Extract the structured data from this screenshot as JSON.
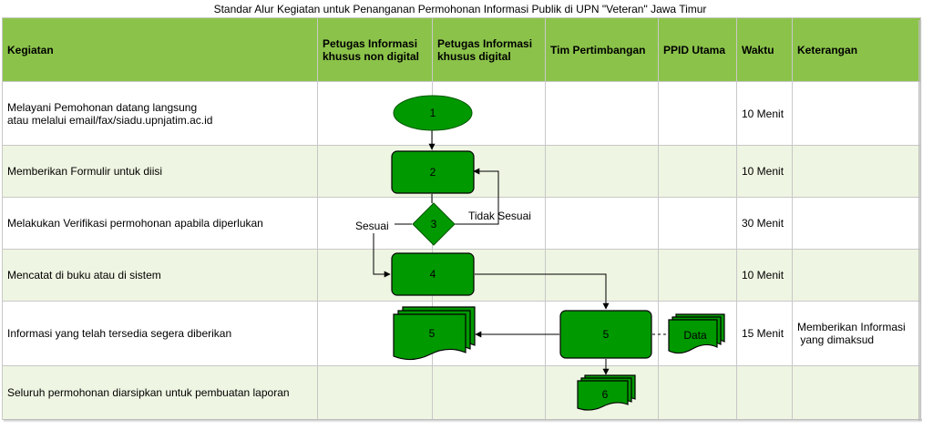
{
  "title": "Standar Alur Kegiatan untuk Penanganan Permohonan Informasi Publik di UPN \"Veteran\" Jawa Timur",
  "headers": {
    "kegiatan": "Kegiatan",
    "petugas_non_digital_1": "Petugas Informasi",
    "petugas_non_digital_2": "khusus non digital",
    "petugas_digital_1": "Petugas Informasi",
    "petugas_digital_2": "khusus digital",
    "tim": "Tim Pertimbangan",
    "ppid": "PPID Utama",
    "waktu": "Waktu",
    "keterangan": "Keterangan"
  },
  "rows": [
    {
      "kegiatan_1": "Melayani Pemohonan datang langsung",
      "kegiatan_2": "atau melalui email/fax/siadu.upnjatim.ac.id",
      "waktu": "10 Menit",
      "keterangan_1": "",
      "keterangan_2": ""
    },
    {
      "kegiatan_1": "Memberikan Formulir untuk diisi",
      "kegiatan_2": "",
      "waktu": "10 Menit",
      "keterangan_1": "",
      "keterangan_2": ""
    },
    {
      "kegiatan_1": "Melakukan Verifikasi permohonan apabila diperlukan",
      "kegiatan_2": "",
      "waktu": "30 Menit",
      "keterangan_1": "",
      "keterangan_2": ""
    },
    {
      "kegiatan_1": "Mencatat di buku atau di sistem",
      "kegiatan_2": "",
      "waktu": "10 Menit",
      "keterangan_1": "",
      "keterangan_2": ""
    },
    {
      "kegiatan_1": "Informasi yang telah tersedia segera diberikan",
      "kegiatan_2": "",
      "waktu": "15 Menit",
      "keterangan_1": "Memberikan Informasi",
      "keterangan_2": " yang dimaksud"
    },
    {
      "kegiatan_1": "Seluruh permohonan diarsipkan untuk pembuatan laporan",
      "kegiatan_2": "",
      "waktu": "",
      "keterangan_1": "",
      "keterangan_2": ""
    }
  ],
  "shapes": {
    "s1": "1",
    "s2": "2",
    "s3": "3",
    "s4": "4",
    "s5a": "5",
    "s5b": "5",
    "data": "Data",
    "s6": "6"
  },
  "labels": {
    "sesuai": "Sesuai",
    "tidak_sesuai": "Tidak Sesuai"
  },
  "colors": {
    "header_bg": "#8bc34a",
    "alt_row_bg": "#eef5e2",
    "shape_fill": "#009900",
    "shape_light_fill": "#00b000"
  }
}
